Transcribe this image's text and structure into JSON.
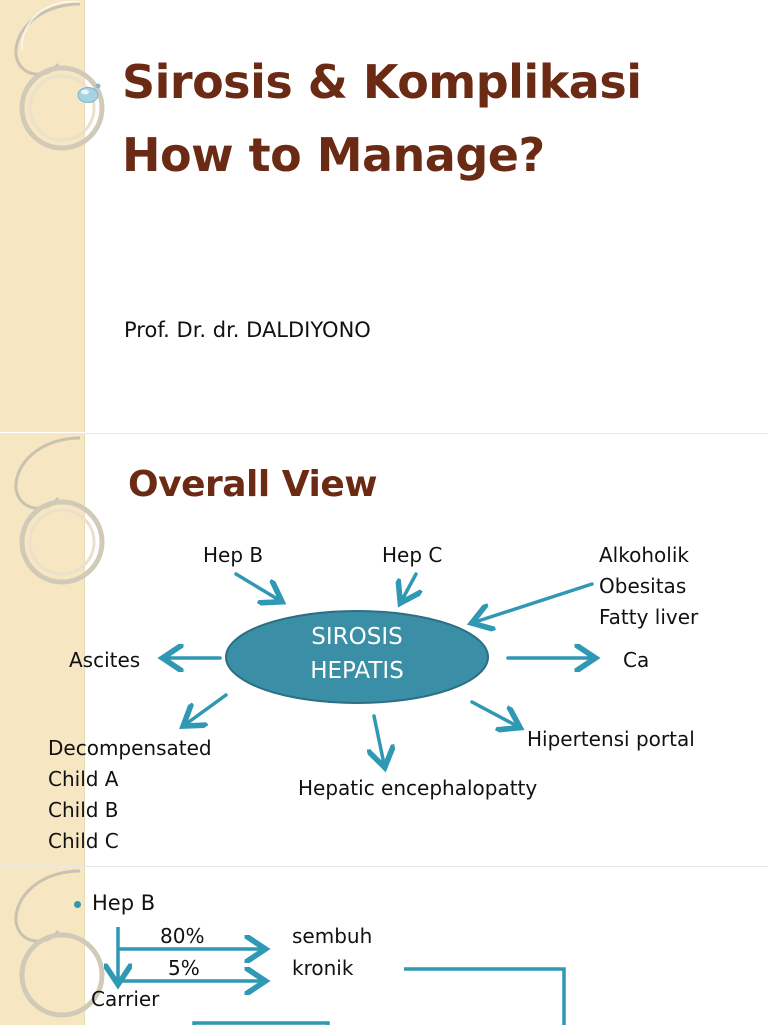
{
  "colors": {
    "title": "#6b2a14",
    "accent": "#2f98b3",
    "band": "#f6e7c2",
    "ellipse": "#3a8fa6"
  },
  "slide1": {
    "title_line1": "Sirosis & Komplikasi",
    "title_line2": "How to Manage?",
    "author": "Prof. Dr. dr. DALDIYONO"
  },
  "slide2": {
    "title": "Overall View",
    "center_line1": "SIROSIS",
    "center_line2": "HEPATIS",
    "hep_b": "Hep B",
    "hep_c": "Hep C",
    "causes": [
      "Alkoholik",
      "Obesitas",
      "Fatty liver"
    ],
    "ascites": "Ascites",
    "ca": "Ca",
    "decompensated": [
      "Decompensated",
      "Child A",
      "Child B",
      "Child C"
    ],
    "encephalopathy": "Hepatic encephalopatty",
    "hipertensi": "Hipertensi portal"
  },
  "slide3": {
    "bullet": "Hep B",
    "pct_1": "80%",
    "pct_2": "5%",
    "outcome_1": "sembuh",
    "outcome_2": "kronik",
    "carrier": "Carrier"
  }
}
